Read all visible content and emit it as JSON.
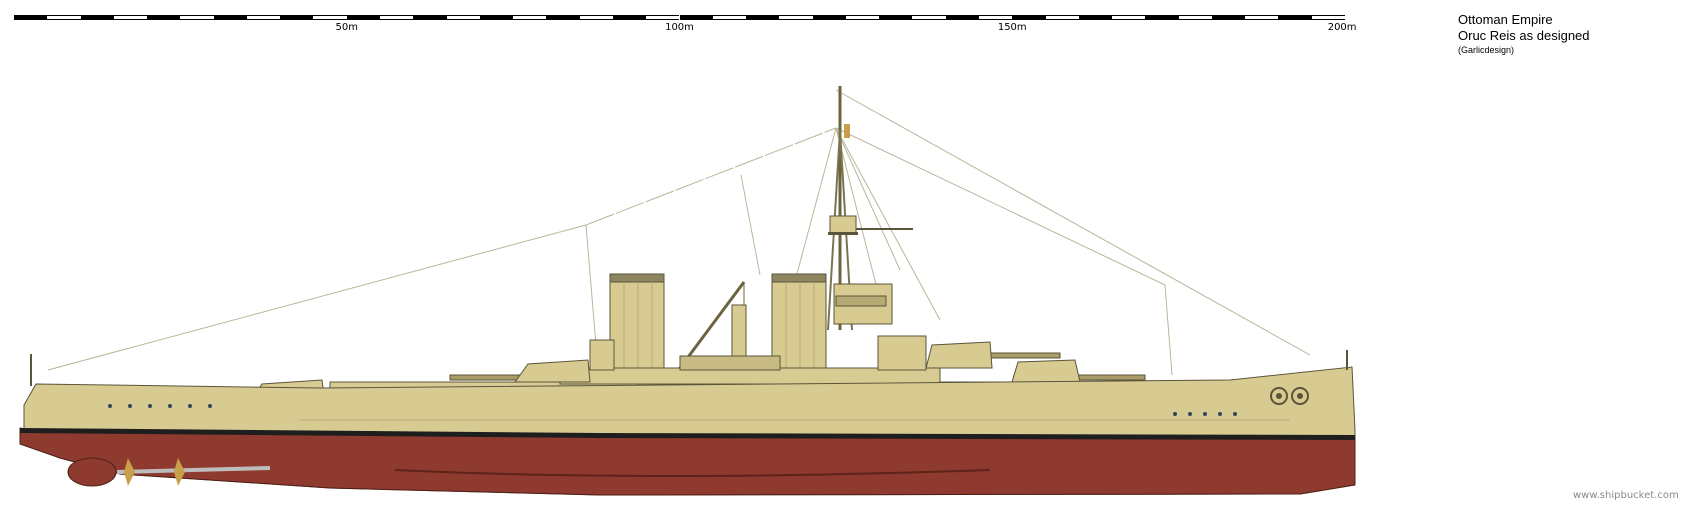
{
  "ruler": {
    "labels": [
      "50m",
      "100m",
      "150m",
      "200m"
    ],
    "tick_values_m": [
      50,
      100,
      150,
      200
    ],
    "max_m": 200,
    "colors": {
      "dark": "#000000",
      "light": "#ffffff"
    }
  },
  "caption": {
    "country": "Ottoman Empire",
    "ship_title": "Oruc Reis as designed",
    "designer": "(Garlicdesign)"
  },
  "credit": "www.shipbucket.com",
  "colors": {
    "hull_upper": "#d8cb92",
    "hull_lower": "#8f3a2e",
    "boot_topping": "#1e1e1e",
    "rigging": "#bcb599",
    "outline": "#5a543a"
  }
}
